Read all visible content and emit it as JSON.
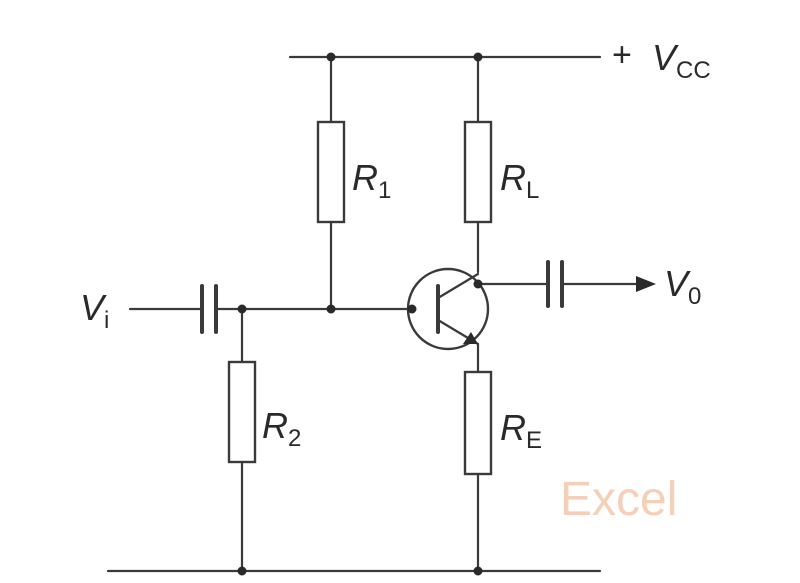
{
  "supply": {
    "sign": "+",
    "symbol": "V",
    "subscript": "CC"
  },
  "input": {
    "symbol": "V",
    "subscript": "i"
  },
  "output": {
    "symbol": "V",
    "subscript": "0"
  },
  "resistors": {
    "r1": {
      "symbol": "R",
      "subscript": "1"
    },
    "rl": {
      "symbol": "R",
      "subscript": "L"
    },
    "r2": {
      "symbol": "R",
      "subscript": "2"
    },
    "re": {
      "symbol": "R",
      "subscript": "E"
    }
  },
  "watermark": "Excel",
  "colors": {
    "ink": "#2a2a2a",
    "watermark": "#f6cfb8"
  }
}
